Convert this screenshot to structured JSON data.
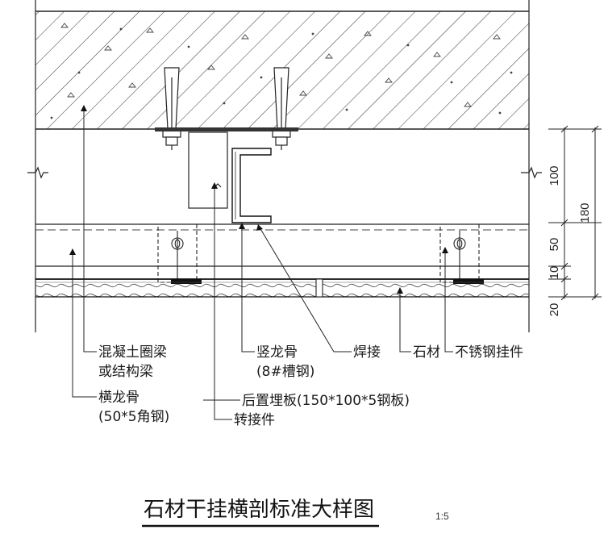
{
  "labels": {
    "beam_line1": "混凝土圈梁",
    "beam_line2": "或结构梁",
    "horizontal_keel": "横龙骨",
    "horizontal_keel_spec": "(50*5角钢)",
    "vertical_keel": "竖龙骨",
    "vertical_keel_spec": "(8#槽钢)",
    "weld": "焊接",
    "stone": "石材",
    "stainless_hanger": "不锈钢挂件",
    "embedded_plate": "后置埋板(150*100*5钢板)",
    "adapter": "转接件"
  },
  "dimensions": {
    "d100": "100",
    "d50": "50",
    "d10": "10",
    "d20": "20",
    "d180": "180"
  },
  "title": {
    "text": "石材干挂横剖标准大样图",
    "scale": "1:5"
  }
}
